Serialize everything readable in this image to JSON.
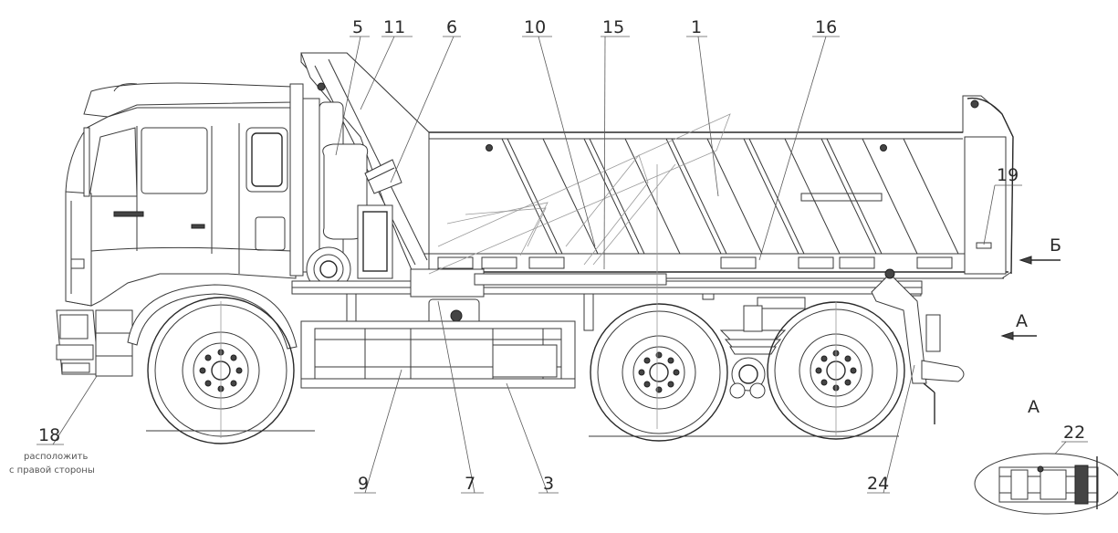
{
  "callouts": {
    "c5": "5",
    "c11": "11",
    "c6": "6",
    "c10": "10",
    "c15": "15",
    "c1": "1",
    "c16": "16",
    "c19": "19",
    "c18": "18",
    "c9": "9",
    "c7": "7",
    "c3": "3",
    "c24": "24",
    "c22": "22"
  },
  "notes": {
    "note18_line1": "расположить",
    "note18_line2": "с правой стороны"
  },
  "views": {
    "view_b": "Б",
    "view_a": "А",
    "detail_a": "А"
  },
  "icons": {
    "arrow_b": "arrow-left-icon",
    "arrow_a": "arrow-left-icon"
  }
}
